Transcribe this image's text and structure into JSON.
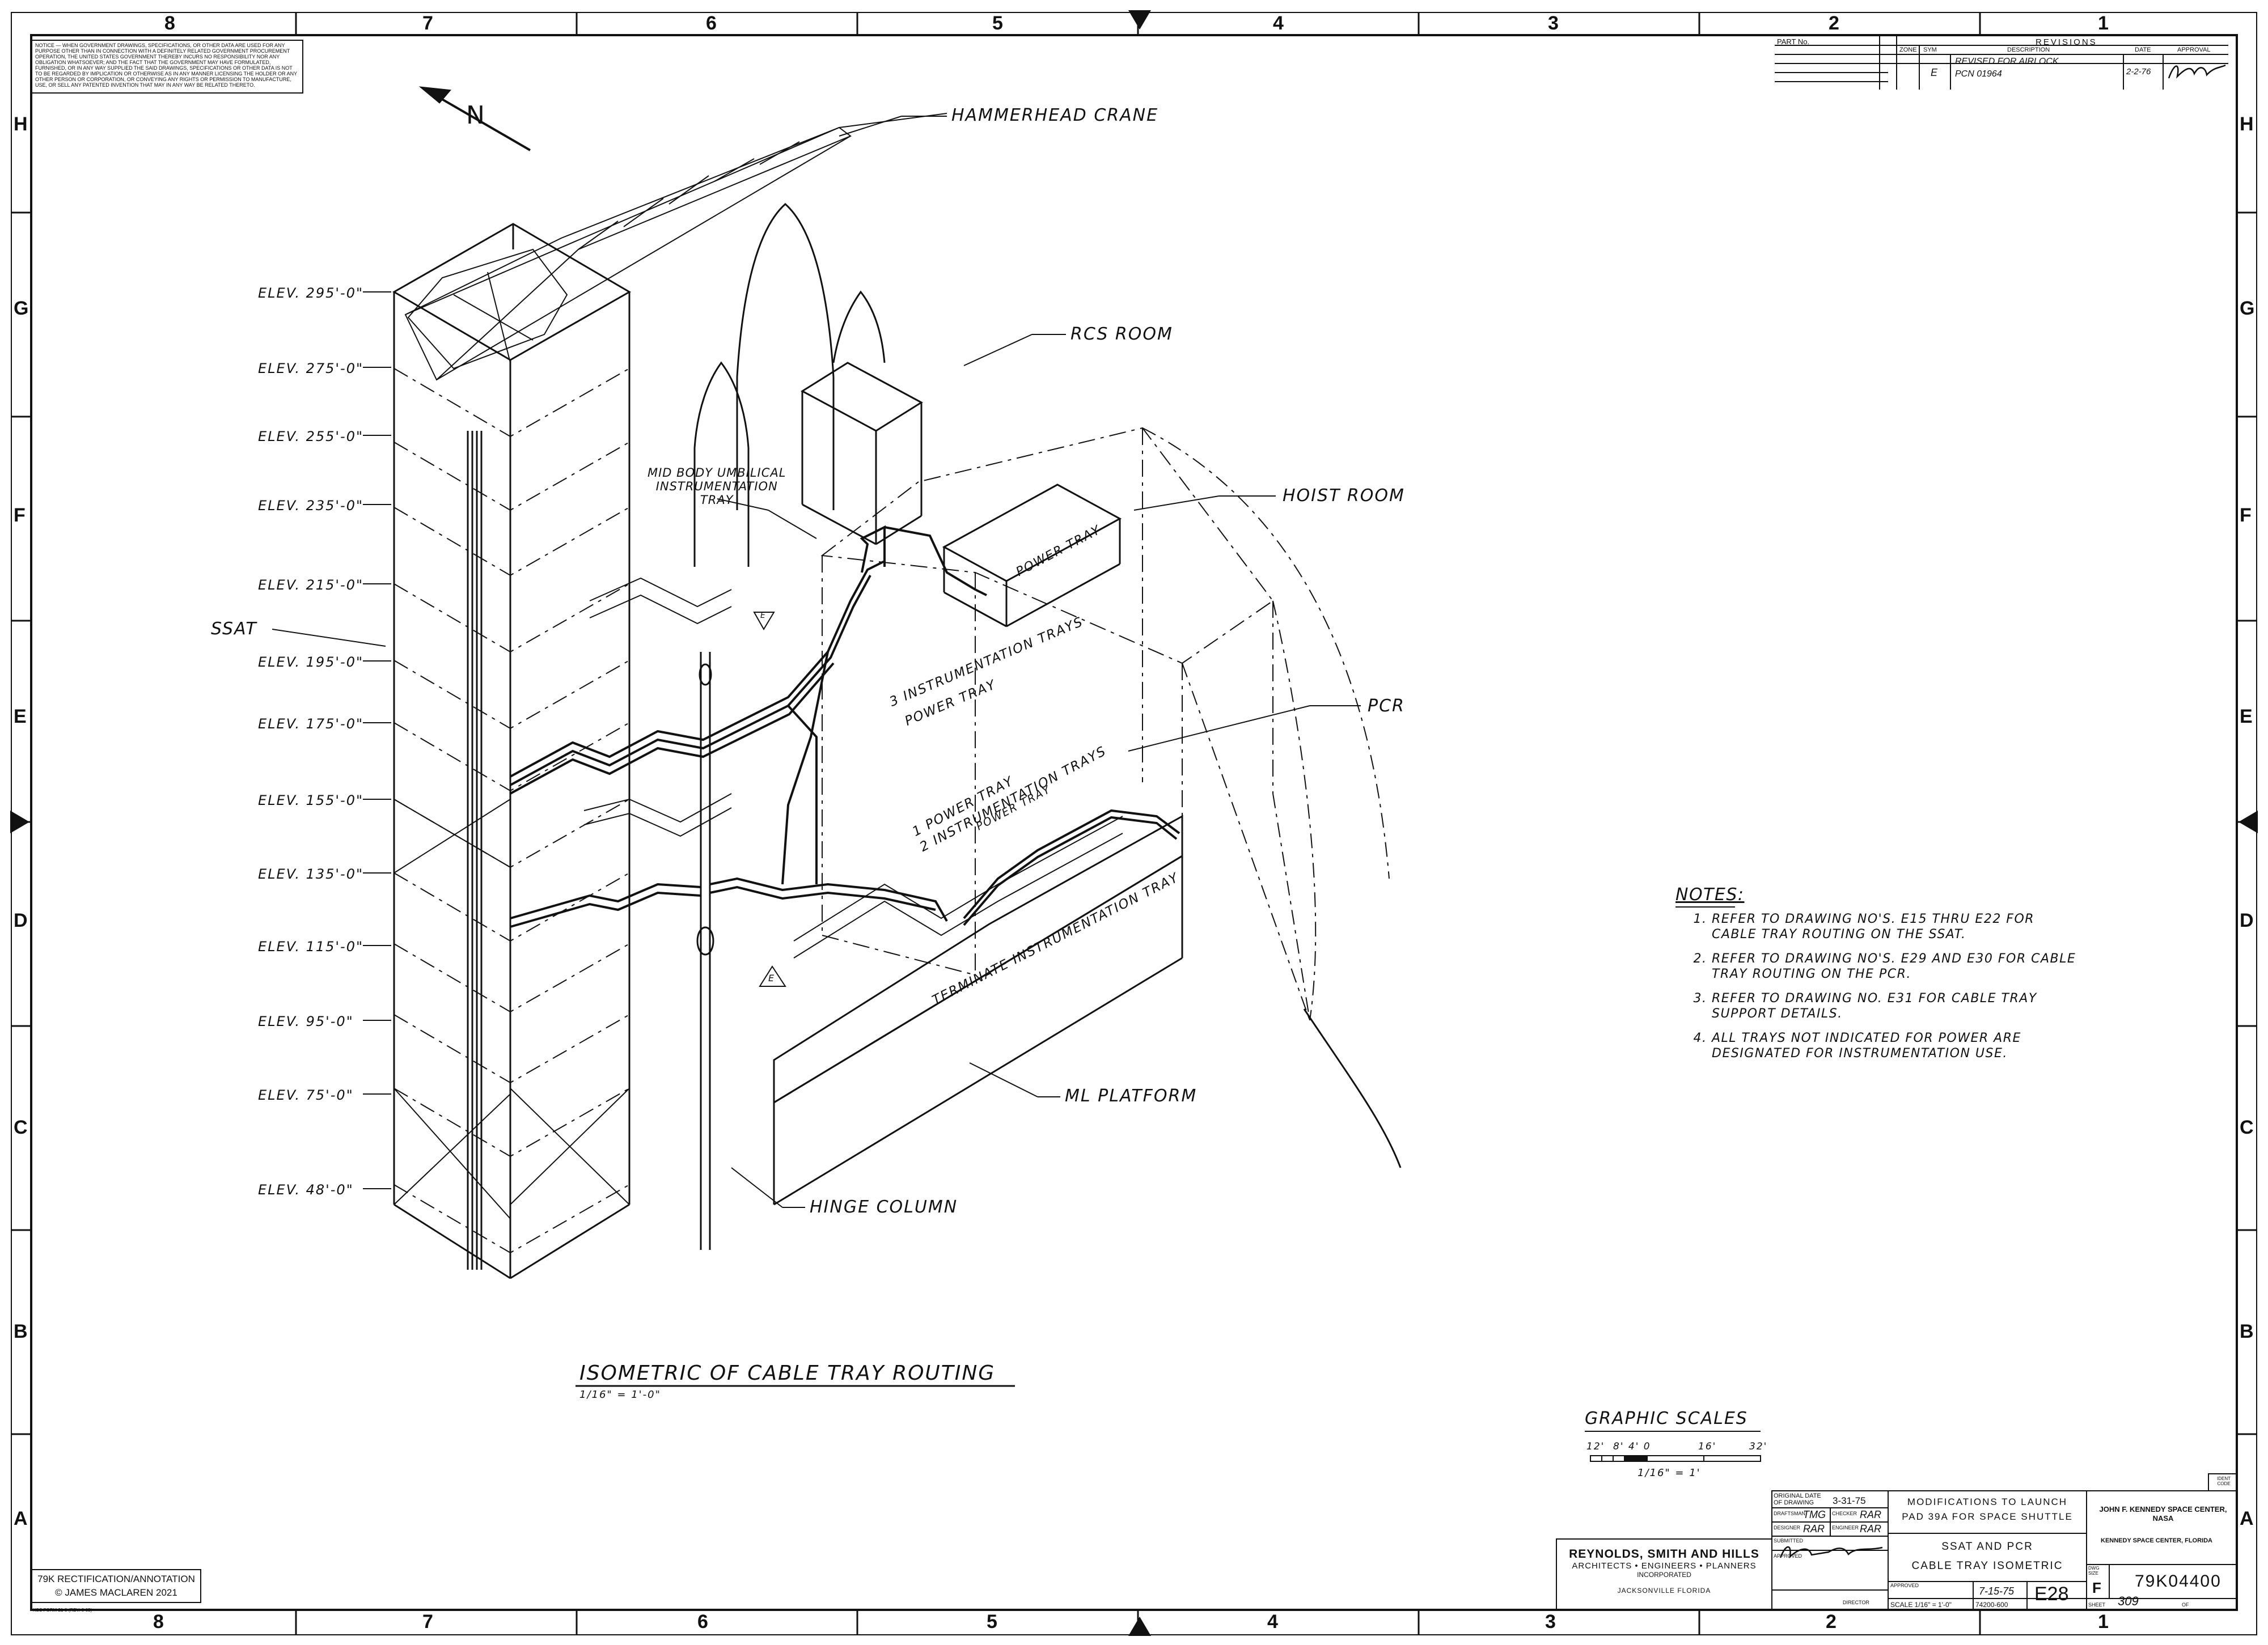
{
  "sheet": {
    "col_labels": [
      "8",
      "7",
      "6",
      "5",
      "4",
      "3",
      "2",
      "1"
    ],
    "row_labels": [
      "H",
      "G",
      "F",
      "E",
      "D",
      "C",
      "B",
      "A"
    ]
  },
  "notice_block": "NOTICE — WHEN GOVERNMENT DRAWINGS, SPECIFICATIONS, OR OTHER DATA ARE USED FOR ANY PURPOSE OTHER THAN IN CONNECTION WITH A DEFINITELY RELATED GOVERNMENT PROCUREMENT OPERATION, THE UNITED STATES GOVERNMENT THEREBY INCURS NO RESPONSIBILITY NOR ANY OBLIGATION WHATSOEVER; AND THE FACT THAT THE GOVERNMENT MAY HAVE FORMULATED, FURNISHED, OR IN ANY WAY SUPPLIED THE SAID DRAWINGS, SPECIFICATIONS OR OTHER DATA IS NOT TO BE REGARDED BY IMPLICATION OR OTHERWISE AS IN ANY MANNER LICENSING THE HOLDER OR ANY OTHER PERSON OR CORPORATION, OR CONVEYING ANY RIGHTS OR PERMISSION TO MANUFACTURE, USE, OR SELL ANY PATENTED INVENTION THAT MAY IN ANY WAY BE RELATED THERETO.",
  "north_label": "N",
  "callouts": {
    "hammerhead_crane": "HAMMERHEAD CRANE",
    "rcs_room": "RCS ROOM",
    "hoist_room": "HOIST ROOM",
    "pcr": "PCR",
    "ssat": "SSAT",
    "ml_platform": "ML PLATFORM",
    "hinge_column": "HINGE COLUMN",
    "mid_body": [
      "MID BODY UMBILICAL",
      "INSTRUMENTATION",
      "TRAY"
    ],
    "power_tray": "POWER TRAY",
    "instr_trays_3": "3 INSTRUMENTATION TRAYS",
    "power_tray_b": "POWER TRAY",
    "power_tray_c": "1 POWER TRAY",
    "instr_trays_2": "2 INSTRUMENTATION TRAYS",
    "power_tray_d": "POWER TRAY",
    "terminate": "TERMINATE INSTRUMENTATION TRAY",
    "rev_tag": "E"
  },
  "elevations": [
    "ELEV. 295'-0\"",
    "ELEV. 275'-0\"",
    "ELEV. 255'-0\"",
    "ELEV. 235'-0\"",
    "ELEV. 215'-0\"",
    "ELEV. 195'-0\"",
    "ELEV. 175'-0\"",
    "ELEV. 155'-0\"",
    "ELEV. 135'-0\"",
    "ELEV. 115'-0\"",
    "ELEV. 95'-0\"",
    "ELEV. 75'-0\"",
    "ELEV. 48'-0\""
  ],
  "view_title": "ISOMETRIC OF CABLE TRAY ROUTING",
  "view_scale": "1/16\" = 1'-0\"",
  "notes": {
    "title": "NOTES:",
    "items": [
      "REFER TO DRAWING NO'S. E15 THRU E22 FOR CABLE TRAY ROUTING ON THE SSAT.",
      "REFER TO DRAWING NO'S. E29 AND E30 FOR CABLE TRAY ROUTING ON THE PCR.",
      "REFER TO DRAWING NO. E31 FOR CABLE TRAY SUPPORT DETAILS.",
      "ALL TRAYS NOT INDICATED FOR POWER ARE DESIGNATED FOR INSTRUMENTATION USE."
    ]
  },
  "graphic_scales": {
    "title": "GRAPHIC SCALES",
    "ticks": [
      "12'",
      "8' 4' 0",
      "16'",
      "32'"
    ],
    "scale": "1/16\" = 1'"
  },
  "revisions": {
    "title": "REVISIONS",
    "part_no": "PART No.",
    "headers": [
      "ZONE",
      "SYM",
      "DESCRIPTION",
      "DATE",
      "APPROVAL"
    ],
    "row": {
      "sym": "E",
      "description": "REVISED FOR AIRLOCK",
      "description2": "PCN 01964",
      "date": "2-2-76",
      "approval": "[signature]"
    }
  },
  "title_block": {
    "firm": [
      "REYNOLDS, SMITH AND HILLS",
      "ARCHITECTS • ENGINEERS • PLANNERS",
      "INCORPORATED",
      "JACKSONVILLE FLORIDA"
    ],
    "original_date_label": "ORIGINAL DATE OF DRAWING",
    "original_date": "3-31-75",
    "draftsman_label": "DRAFTSMAN",
    "draftsman": "TMG",
    "checker_label": "CHECKER",
    "checker": "RAR",
    "designer_label": "DESIGNER",
    "designer": "RAR",
    "engineer_label": "ENGINEER",
    "engineer": "RAR",
    "submitted_label": "SUBMITTED",
    "approved_label": "APPROVED",
    "director_label": "DIRECTOR",
    "approved_date": "7-15-75",
    "scale": "SCALE 1/16\" = 1'-0\"",
    "project_no": "74200-600",
    "title_lines": [
      "MODIFICATIONS TO LAUNCH",
      "PAD 39A FOR SPACE SHUTTLE",
      "SSAT AND PCR",
      "CABLE TRAY ISOMETRIC"
    ],
    "sheet_id": "E28",
    "agency": "JOHN F. KENNEDY SPACE CENTER, NASA",
    "agency_loc": "KENNEDY SPACE CENTER, FLORIDA",
    "size_label": "DWG SIZE",
    "size": "F",
    "drawing_no": "79K04400",
    "sheet_label": "SHEET",
    "sheet_no": "309",
    "of_label": "OF",
    "code_label": "IDENT CODE"
  },
  "stamp": [
    "79K RECTIFICATION/ANNOTATION",
    "© JAMES MACLAREN 2021"
  ],
  "form_no": "KSC FORM 21-8 (REV. 6-69)"
}
